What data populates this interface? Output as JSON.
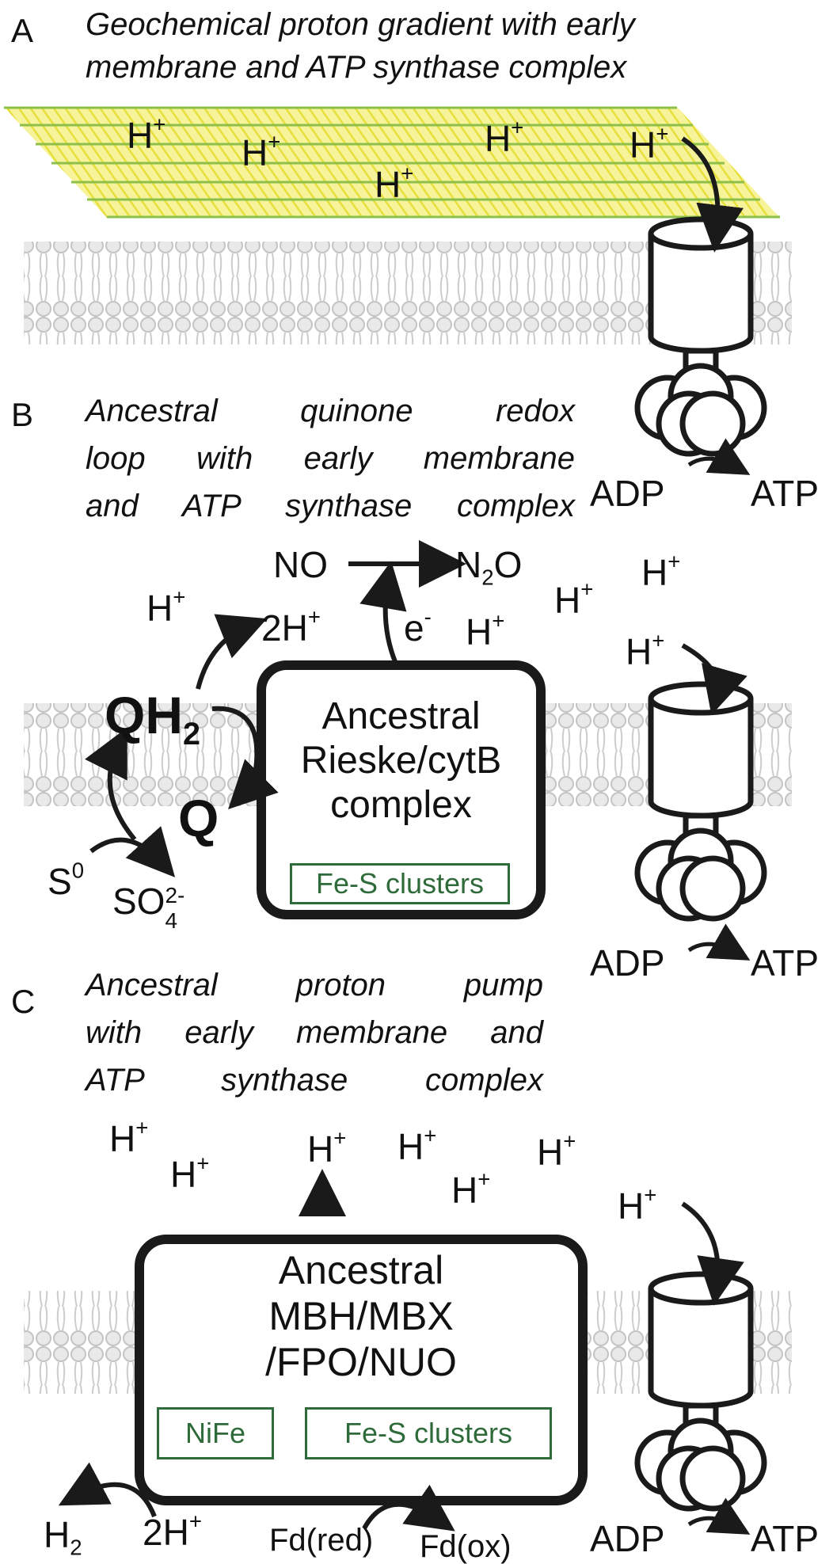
{
  "panels": {
    "A": {
      "letter": "A",
      "title_line1": "Geochemical proton gradient with early",
      "title_line2": "membrane and ATP synthase complex",
      "protons": [
        "H",
        "H",
        "H",
        "H",
        "H"
      ],
      "adp": "ADP",
      "atp": "ATP"
    },
    "B": {
      "letter": "B",
      "title_line1": "Ancestral quinone redox",
      "title_line2": "loop with early membrane",
      "title_line3": "and ATP synthase complex",
      "no": "NO",
      "n2o_n": "N",
      "n2o_sub": "2",
      "n2o_o": "O",
      "electron": "e",
      "two_h": "2H",
      "protons": [
        "H",
        "H",
        "H",
        "H",
        "H"
      ],
      "qh": "QH",
      "qh_sub": "2",
      "q": "Q",
      "s0": "S",
      "s0_sup": "0",
      "so4": "SO",
      "so4_sup": "2-",
      "so4_sub": "4",
      "complex_line1": "Ancestral",
      "complex_line2": "Rieske/cytB",
      "complex_line3": "complex",
      "cluster_label": "Fe-S clusters",
      "adp": "ADP",
      "atp": "ATP"
    },
    "C": {
      "letter": "C",
      "title_line1": "Ancestral proton pump",
      "title_line2": "with early membrane and",
      "title_line3": "ATP synthase complex",
      "protons": [
        "H",
        "H",
        "H",
        "H",
        "H",
        "H"
      ],
      "complex_line1": "Ancestral",
      "complex_line2": "MBH/MBX",
      "complex_line3": "/FPO/NUO",
      "nife_label": "NiFe",
      "cluster_label": "Fe-S clusters",
      "h2": "H",
      "h2_sub": "2",
      "two_h": "2H",
      "fd_red": "Fd(red)",
      "fd_ox": "Fd(ox)",
      "adp": "ADP",
      "atp": "ATP"
    }
  },
  "symbols": {
    "plus": "+",
    "minus": "-"
  },
  "colors": {
    "membrane": "#c8c8c8",
    "gradient_yellow": "#f2ee6a",
    "gradient_green": "#8cc04a",
    "cluster_green": "#2f6b3a",
    "stroke": "#1a1a1a"
  }
}
